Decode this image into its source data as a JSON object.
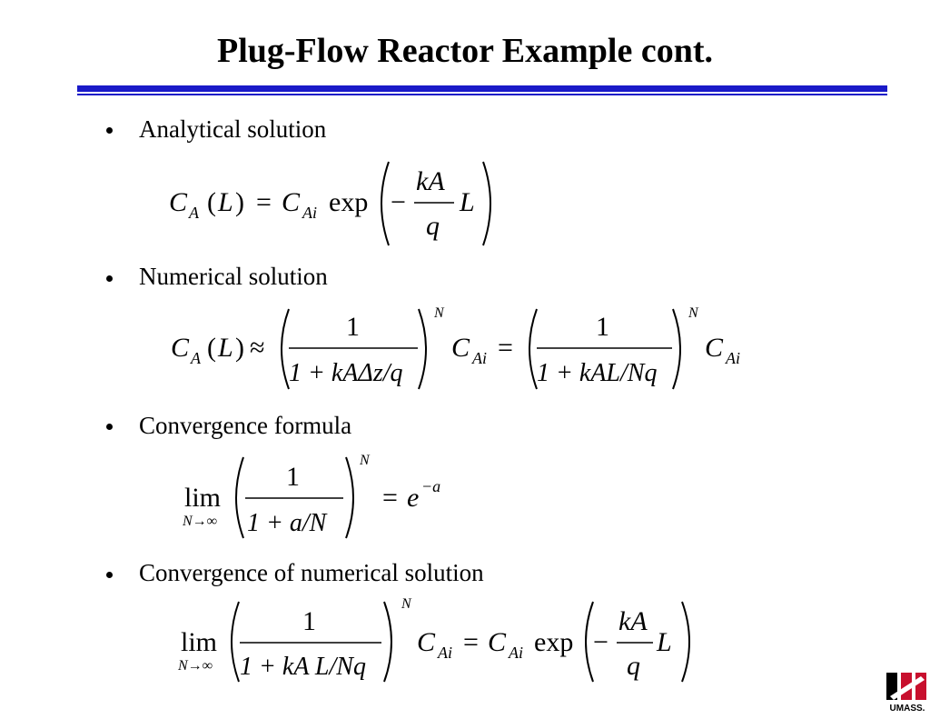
{
  "slide": {
    "title": "Plug-Flow Reactor Example cont.",
    "bullets": [
      "Analytical solution",
      "Numerical solution",
      "Convergence formula",
      "Convergence of numerical solution"
    ]
  },
  "equations": {
    "sym": {
      "C": "C",
      "A": "A",
      "Ai": "Ai",
      "L": "L",
      "N": "N",
      "one": "1",
      "kA": "kA",
      "q": "q",
      "exp": "exp",
      "lim": "lim",
      "Ninf": "N→∞",
      "e": "e",
      "neg_a": "−a",
      "eq": "=",
      "approx": "≈",
      "minus": "−",
      "lparen": "(",
      "rparen": ")",
      "den1": "1 + kAΔz/q",
      "den2": "1 + kAL/Nq",
      "den3": "1 + a/N",
      "den4": "1 + kA L/Nq"
    }
  },
  "logo": {
    "text": "UMASS.",
    "colors": {
      "red": "#c8102e",
      "black": "#000000"
    }
  },
  "colors": {
    "rule": "#1a1ac8"
  }
}
